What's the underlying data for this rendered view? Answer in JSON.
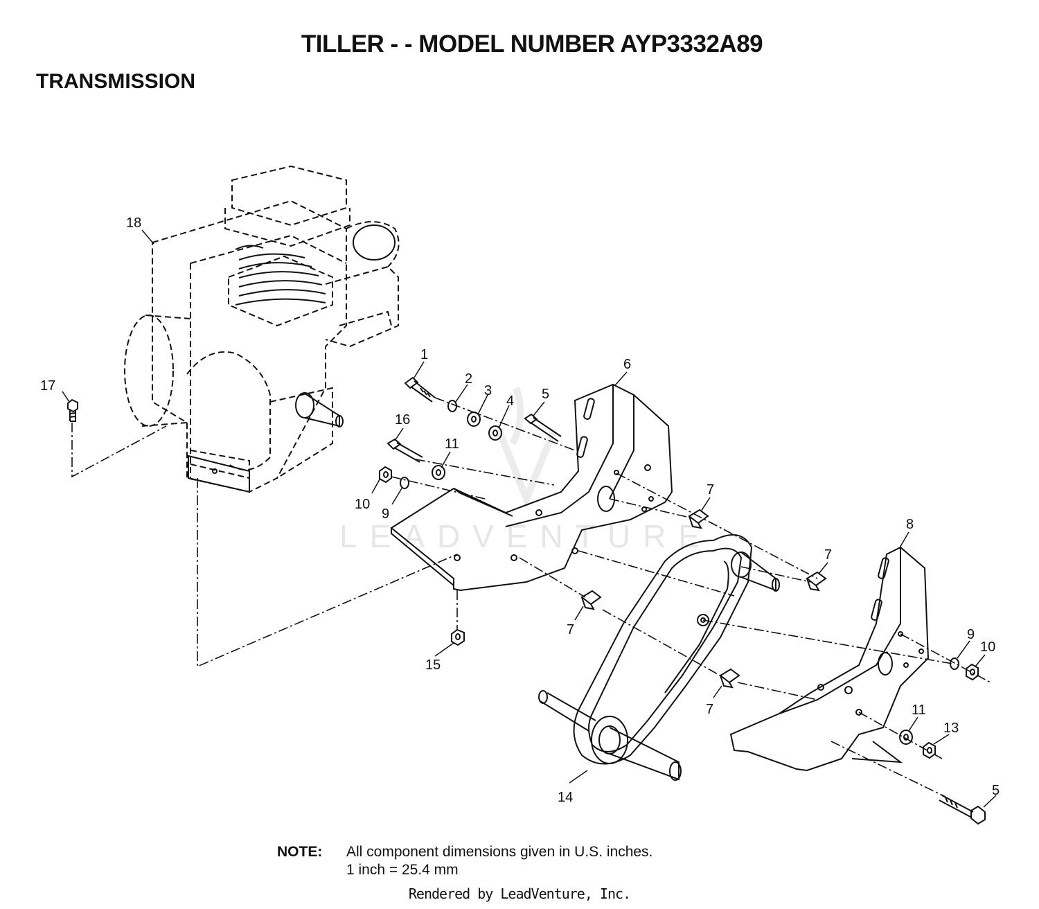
{
  "header": {
    "title": "TILLER - - MODEL NUMBER AYP3332A89",
    "section": "TRANSMISSION"
  },
  "watermark": "LEADVENTURE",
  "callouts": {
    "c1": "1",
    "c2": "2",
    "c3": "3",
    "c4": "4",
    "c5a": "5",
    "c5b": "5",
    "c6": "6",
    "c7a": "7",
    "c7b": "7",
    "c7c": "7",
    "c7d": "7",
    "c8": "8",
    "c9a": "9",
    "c9b": "9",
    "c10a": "10",
    "c10b": "10",
    "c11a": "11",
    "c11b": "11",
    "c13": "13",
    "c14": "14",
    "c15": "15",
    "c16": "16",
    "c17": "17",
    "c18": "18"
  },
  "note": {
    "label": "NOTE:",
    "line1": "All component dimensions given in U.S. inches.",
    "line2": "1 inch = 25.4 mm"
  },
  "footer": "Rendered by LeadVenture, Inc."
}
